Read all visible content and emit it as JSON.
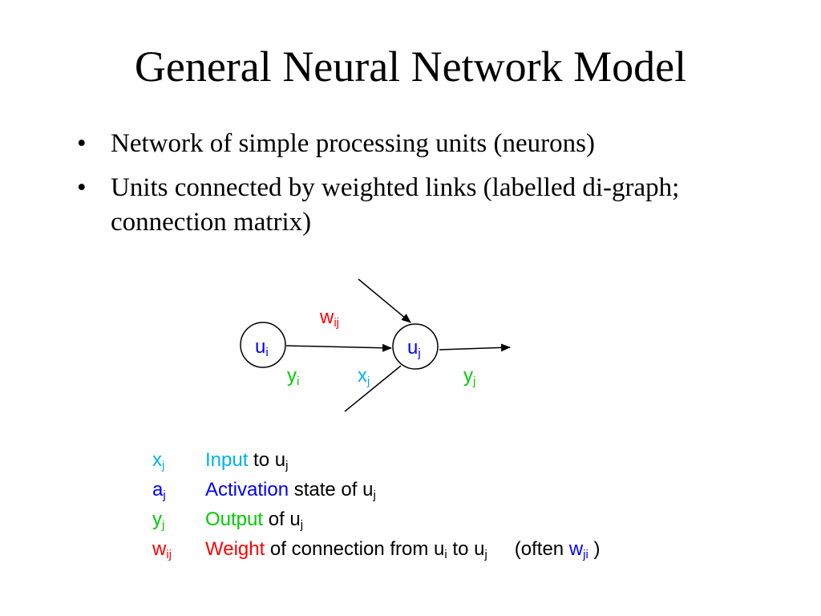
{
  "slide": {
    "title": "General Neural Network Model",
    "bullets": [
      "Network of simple processing units (neurons)",
      "Units connected by weighted links (labelled di-graph; connection matrix)"
    ],
    "bullet_glyph": "•"
  },
  "diagram": {
    "node_i": {
      "base": "u",
      "sub": "i"
    },
    "node_j": {
      "base": "u",
      "sub": "j"
    },
    "weight_label": {
      "base": "w",
      "sub": "ij"
    },
    "yi_label": {
      "base": "y",
      "sub": "i"
    },
    "xj_label": {
      "base": "x",
      "sub": "j"
    },
    "yj_label": {
      "base": "y",
      "sub": "j"
    }
  },
  "legend": {
    "rows": [
      {
        "sym": "x",
        "sym_sub": "j",
        "term": "Input",
        "text": " to u",
        "text_sub": "j"
      },
      {
        "sym": "a",
        "sym_sub": "j",
        "term": "Activation",
        "text": " state of u",
        "text_sub": "j"
      },
      {
        "sym": "y",
        "sym_sub": "j",
        "term": "Output",
        "text": " of u",
        "text_sub": "j"
      },
      {
        "sym": "w",
        "sym_sub": "ij",
        "term": "Weight",
        "text": " of connection from u",
        "text_sub": "i",
        "text2": " to u",
        "text2_sub": "j",
        "note_open": "(often ",
        "note_sym": "w",
        "note_sub": "ji",
        "note_close": " )"
      }
    ]
  },
  "colors": {
    "red": "#ff0000",
    "blue": "#0000ff",
    "cyan": "#00b0f0",
    "green": "#00cc00",
    "black": "#000000"
  }
}
